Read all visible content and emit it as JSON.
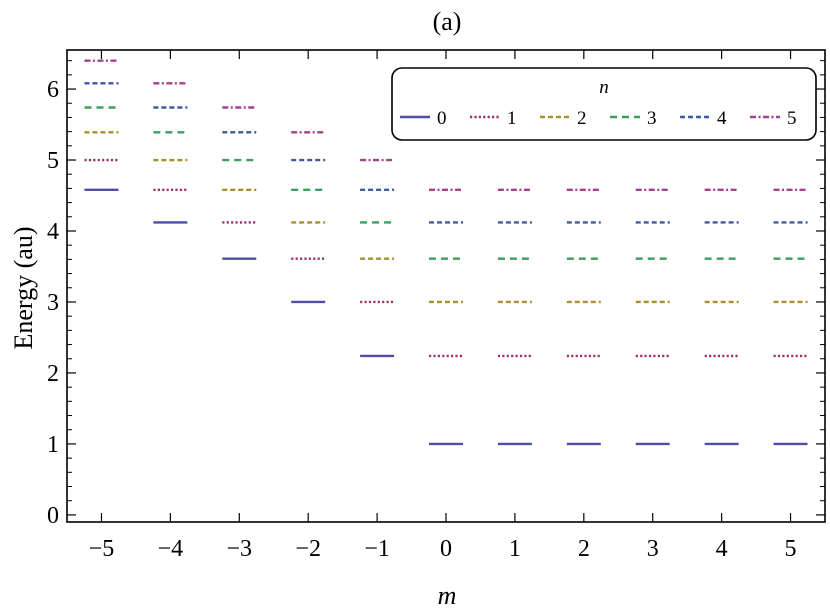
{
  "chart_data": {
    "type": "scatter",
    "title": "(a)",
    "xlabel": "m",
    "ylabel": "Energy (au)",
    "xlim": [
      -5.5,
      5.5
    ],
    "ylim": [
      -0.1,
      6.55
    ],
    "x_ticks": [
      -5,
      -4,
      -3,
      -2,
      -1,
      0,
      1,
      2,
      3,
      4,
      5
    ],
    "x_tick_labels": [
      "−5",
      "−4",
      "−3",
      "−2",
      "−1",
      "0",
      "1",
      "2",
      "3",
      "4",
      "5"
    ],
    "y_ticks": [
      0,
      1,
      2,
      3,
      4,
      5,
      6
    ],
    "y_tick_labels": [
      "0",
      "1",
      "2",
      "3",
      "4",
      "5",
      "6"
    ],
    "legend": {
      "title": "n",
      "placement": "top-right"
    },
    "series": [
      {
        "name": "0",
        "color": "#4b4fa8",
        "dash": "solid",
        "points": [
          [
            -5,
            4.58
          ],
          [
            -4,
            4.12
          ],
          [
            -3,
            3.61
          ],
          [
            -2,
            3.0
          ],
          [
            -1,
            2.24
          ],
          [
            0,
            1.0
          ],
          [
            1,
            1.0
          ],
          [
            2,
            1.0
          ],
          [
            3,
            1.0
          ],
          [
            4,
            1.0
          ],
          [
            5,
            1.0
          ]
        ]
      },
      {
        "name": "1",
        "color": "#9c2f6e",
        "dash": "dotted",
        "points": [
          [
            -5,
            5.0
          ],
          [
            -4,
            4.58
          ],
          [
            -3,
            4.12
          ],
          [
            -2,
            3.61
          ],
          [
            -1,
            3.0
          ],
          [
            0,
            2.24
          ],
          [
            1,
            2.24
          ],
          [
            2,
            2.24
          ],
          [
            3,
            2.24
          ],
          [
            4,
            2.24
          ],
          [
            5,
            2.24
          ]
        ]
      },
      {
        "name": "2",
        "color": "#a8902e",
        "dash": "dashed",
        "points": [
          [
            -5,
            5.39
          ],
          [
            -4,
            5.0
          ],
          [
            -3,
            4.58
          ],
          [
            -2,
            4.12
          ],
          [
            -1,
            3.61
          ],
          [
            0,
            3.0
          ],
          [
            1,
            3.0
          ],
          [
            2,
            3.0
          ],
          [
            3,
            3.0
          ],
          [
            4,
            3.0
          ],
          [
            5,
            3.0
          ]
        ]
      },
      {
        "name": "3",
        "color": "#3a9e5e",
        "dash": "longdash",
        "points": [
          [
            -5,
            5.74
          ],
          [
            -4,
            5.39
          ],
          [
            -3,
            5.0
          ],
          [
            -2,
            4.58
          ],
          [
            -1,
            4.12
          ],
          [
            0,
            3.61
          ],
          [
            1,
            3.61
          ],
          [
            2,
            3.61
          ],
          [
            3,
            3.61
          ],
          [
            4,
            3.61
          ],
          [
            5,
            3.61
          ]
        ]
      },
      {
        "name": "4",
        "color": "#3d5a9c",
        "dash": "dashed",
        "points": [
          [
            -5,
            6.08
          ],
          [
            -4,
            5.74
          ],
          [
            -3,
            5.39
          ],
          [
            -2,
            5.0
          ],
          [
            -1,
            4.58
          ],
          [
            0,
            4.12
          ],
          [
            1,
            4.12
          ],
          [
            2,
            4.12
          ],
          [
            3,
            4.12
          ],
          [
            4,
            4.12
          ],
          [
            5,
            4.12
          ]
        ]
      },
      {
        "name": "5",
        "color": "#a2428f",
        "dash": "dashdot",
        "points": [
          [
            -5,
            6.4
          ],
          [
            -4,
            6.08
          ],
          [
            -3,
            5.74
          ],
          [
            -2,
            5.39
          ],
          [
            -1,
            5.0
          ],
          [
            0,
            4.58
          ],
          [
            1,
            4.58
          ],
          [
            2,
            4.58
          ],
          [
            3,
            4.58
          ],
          [
            4,
            4.58
          ],
          [
            5,
            4.58
          ]
        ]
      }
    ]
  }
}
